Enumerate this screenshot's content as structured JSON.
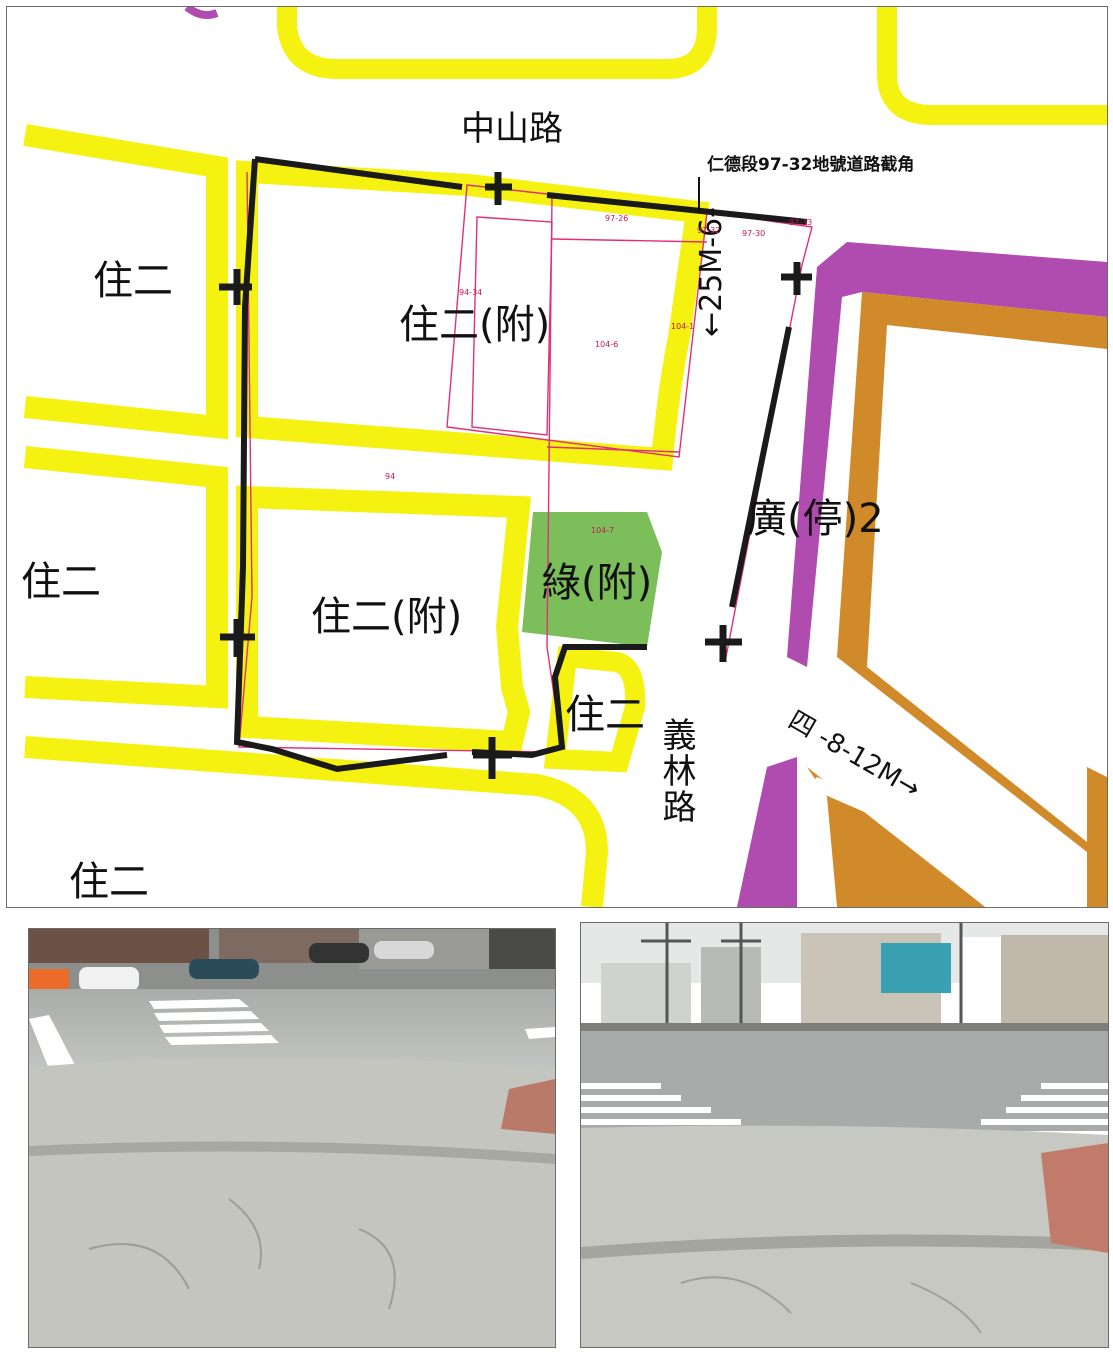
{
  "map": {
    "road_north": "中山路",
    "road_south": "義林路",
    "corner_note": "仁德段97-32地號道路截角",
    "road_east_width": "←25M-6-",
    "road_se_width": "四 -8-12M→",
    "zones": {
      "west_top": "住二",
      "west_mid": "住二",
      "south_west": "住二",
      "block_north": "住二(附)",
      "block_south": "住二(附)",
      "green": "綠(附)",
      "small_block": "住二",
      "plaza": "廣(停)2"
    },
    "parcels": [
      "97-26",
      "97-30",
      "97-32",
      "94-34",
      "104-6",
      "104-1",
      "94",
      "104-7",
      "97-33"
    ],
    "colors": {
      "residential": "#f5f211",
      "green": "#7cbf5a",
      "plaza": "#b04bb0",
      "commercial": "#d08a2a",
      "boundary": "#1a1a1a",
      "parcel_line": "#e0307a"
    }
  },
  "photos": {
    "left": {
      "icon": "street-corner-photo"
    },
    "right": {
      "icon": "street-corner-photo"
    }
  }
}
